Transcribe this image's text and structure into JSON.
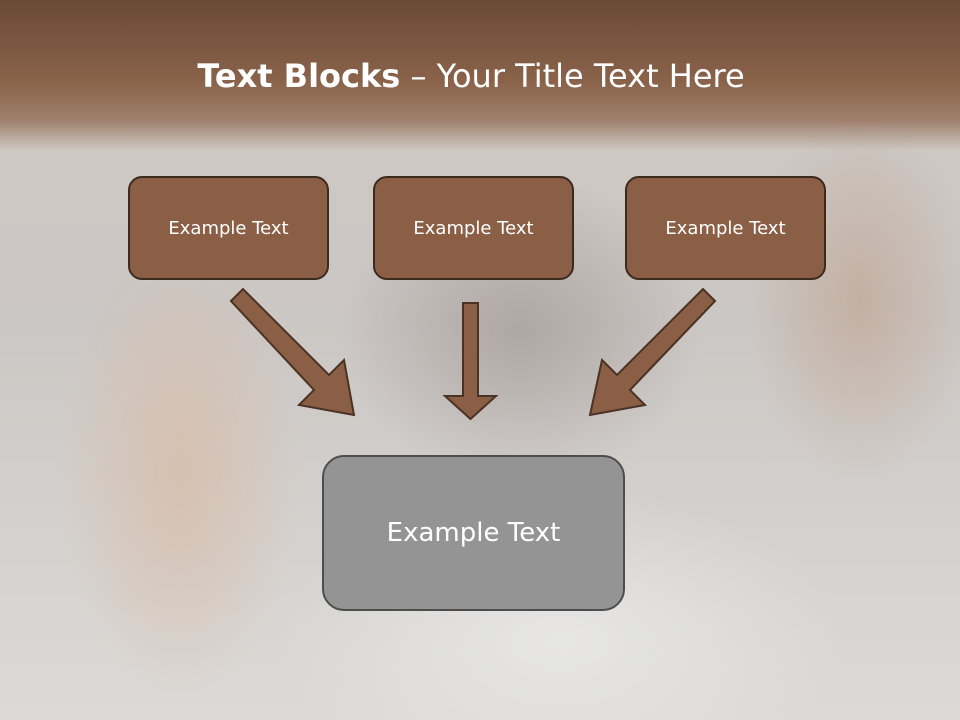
{
  "title": {
    "bold": "Text Blocks",
    "separator": " – ",
    "rest": "Your Title Text Here"
  },
  "boxes": {
    "top": [
      {
        "label": "Example Text"
      },
      {
        "label": "Example Text"
      },
      {
        "label": "Example Text"
      }
    ],
    "bottom": {
      "label": "Example Text"
    }
  },
  "colors": {
    "header_band": "#7a563f",
    "box_fill": "#8b5f46",
    "box_border": "#3d2a1f",
    "arrow_fill": "#8b5f46",
    "bottom_box_fill": "#949494"
  }
}
